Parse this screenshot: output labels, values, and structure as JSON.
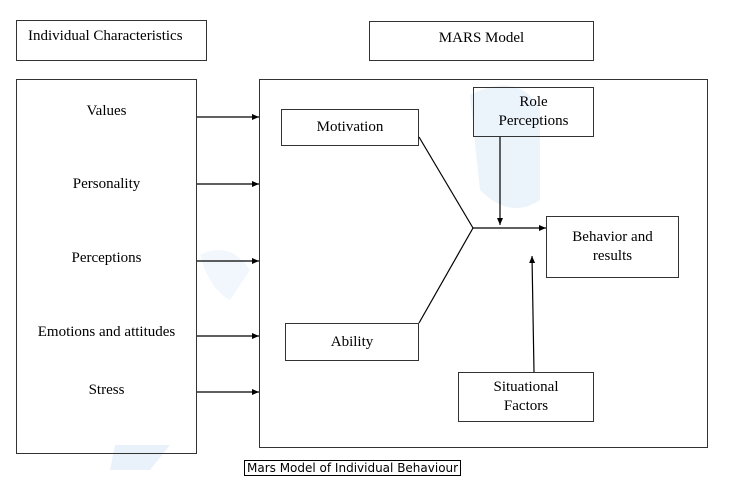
{
  "header": {
    "individual_characteristics": "Individual Characteristics",
    "mars_model": "MARS Model"
  },
  "characteristics": {
    "values": "Values",
    "personality": "Personality",
    "perceptions": "Perceptions",
    "emotions": "Emotions and attitudes",
    "stress": "Stress"
  },
  "mars": {
    "motivation": "Motivation",
    "ability": "Ability",
    "role_line1": "Role",
    "role_line2": "Perceptions",
    "situational_line1": "Situational",
    "situational_line2": "Factors",
    "behavior_line1": "Behavior and",
    "behavior_line2": "results"
  },
  "caption": "Mars Model of Individual Behaviour",
  "colors": {
    "line": "#000000",
    "border": "#333333",
    "watermark": "#dbe8f8"
  }
}
